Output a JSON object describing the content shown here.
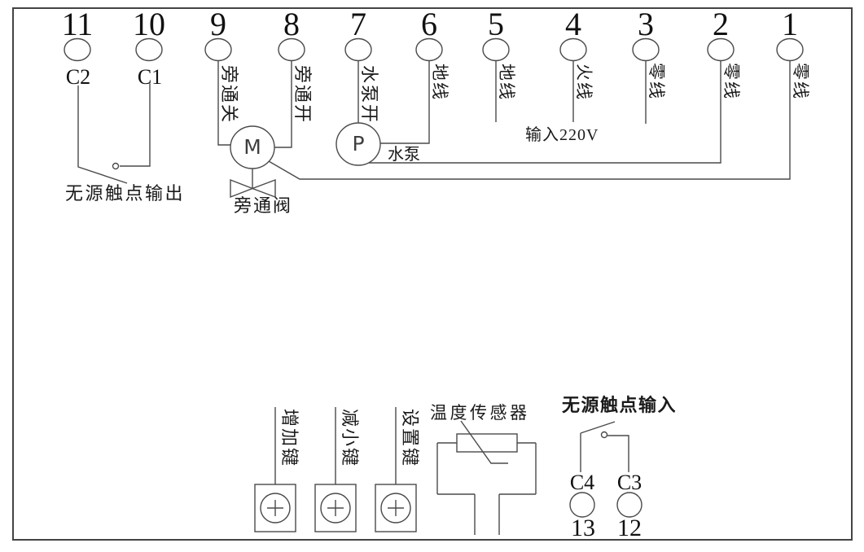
{
  "colors": {
    "line": "#4a4a4a",
    "text": "#1a1a1a"
  },
  "terminals_top": [
    {
      "number": "11",
      "label": "C2"
    },
    {
      "number": "10",
      "label": "C1"
    },
    {
      "number": "9",
      "label": "旁通关"
    },
    {
      "number": "8",
      "label": "旁通开"
    },
    {
      "number": "7",
      "label": "水泵开"
    },
    {
      "number": "6",
      "label": "地线"
    },
    {
      "number": "5",
      "label": "地线"
    },
    {
      "number": "4",
      "label": "火线"
    },
    {
      "number": "3",
      "label": "零线"
    },
    {
      "number": "2",
      "label": "零线"
    },
    {
      "number": "1",
      "label": "零线"
    }
  ],
  "annotations": {
    "dry_contact_output": "无源触点输出",
    "input_voltage": "输入220V",
    "pump": "水泵",
    "bypass_valve": "旁通阀",
    "temperature_sensor": "温度传感器",
    "dry_contact_input": "无源触点输入"
  },
  "devices": {
    "motor_letter": "M",
    "pump_letter": "P"
  },
  "buttons": [
    {
      "label": "增加键"
    },
    {
      "label": "减小键"
    },
    {
      "label": "设置键"
    }
  ],
  "terminals_bottom": [
    {
      "number": "13",
      "label": "C4"
    },
    {
      "number": "12",
      "label": "C3"
    }
  ]
}
